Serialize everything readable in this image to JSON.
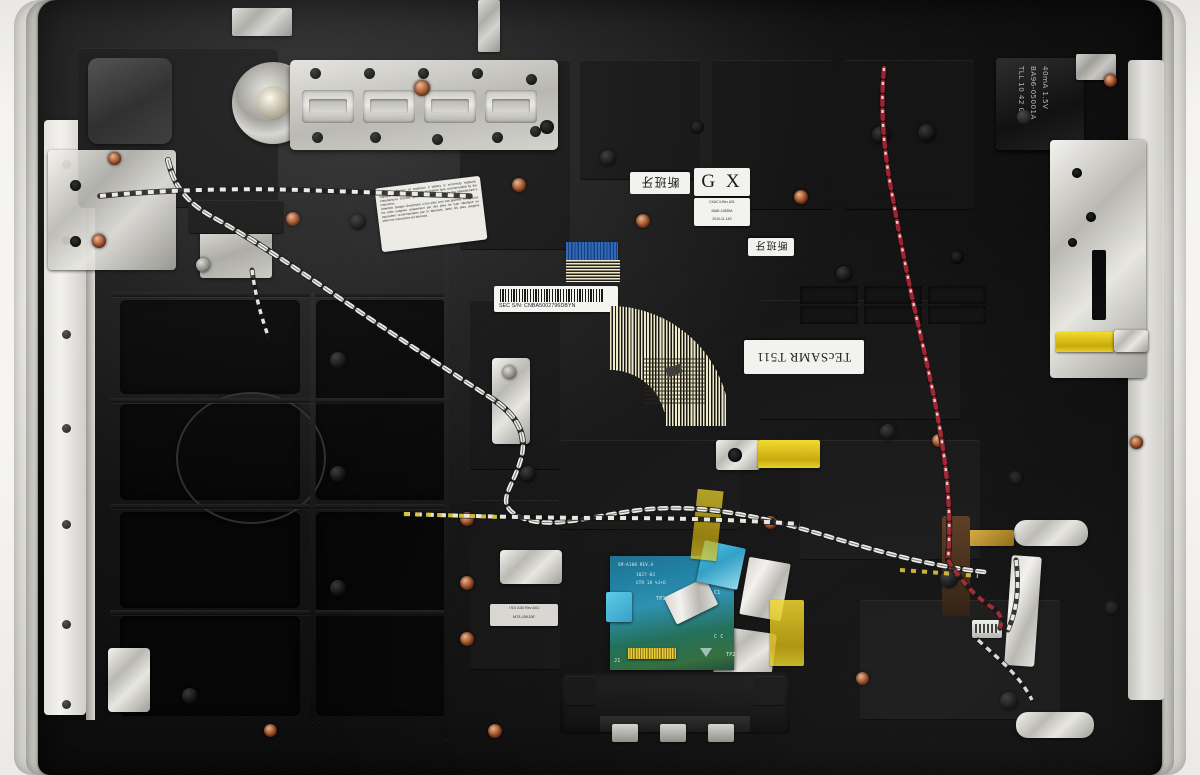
{
  "scene": {
    "title": "Laptop palmrest / top-case assembly (underside)",
    "description": "Disassembled black plastic laptop upper case photographed from the inside, showing metal brackets, antenna coax wires, a flat-flex ribbon cable, a small PCB, and several service labels.",
    "background_color": "#f4f3f0",
    "chassis_color": "#101010",
    "accent_metal": "#d5d4cf",
    "accent_copper": "#9b4a22",
    "accent_yellow": "#e8cb33",
    "accent_pcb": "#1b7fa2"
  },
  "labels": {
    "caution": {
      "name": "caution-battery-label",
      "en": "CAUTION: Danger of explosion if battery is incorrectly replaced. Replace only with the same or equivalent type recommended by the manufacturer. Discard used batteries according to the Manufacturer's instruction.",
      "fr": "Attention: Danger d'explosion si les piles sont mal placees. Remplacez les piles usagees uniquement par des piles de type identique ou equivalent recommandees par le fabricant. Jetez les piles usagees selon les instructions du fabricant."
    },
    "cjk_sticker": {
      "name": "cjk-inspection-sticker",
      "text": "断班牙"
    },
    "gx_sticker": {
      "name": "gx-grade-sticker",
      "text": "G X"
    },
    "part_sticker": {
      "name": "part-revision-sticker",
      "line1": "CKAC li;Rev A01",
      "line2": "BA81-10639A",
      "line3": "2010-11-14S"
    },
    "barcode_sticker": {
      "name": "serial-barcode-sticker",
      "text": "SEC S/N: CNBA5002796DBYN"
    },
    "handwritten": {
      "name": "handwritten-model-label",
      "text": "TEcSAMR T511"
    },
    "small_sticker": {
      "name": "small-rev-sticker",
      "line1": "I SG A30 Rev A01",
      "line2": "M75-43KJ0E"
    },
    "module_text": {
      "name": "speaker-module-marking",
      "line1": "TLL 10 42 0",
      "line2": "BA96-05001A",
      "line3": "40mA 1.5V"
    },
    "pcb_silk": {
      "name": "pcb-silkscreen",
      "line1": "SM-A100 REV.A",
      "line2": "1027-03",
      "line3": "GTR 10 %J+D",
      "tp": "TP1",
      "u3": "U3",
      "c1": "C1",
      "cc": "C C",
      "j1": "J1",
      "tp2": "TP2"
    }
  },
  "components": [
    {
      "name": "left-speaker-module",
      "type": "speaker"
    },
    {
      "name": "left-hinge-mount",
      "type": "hinge"
    },
    {
      "name": "keyboard-retainer-bracket",
      "type": "bracket",
      "slots": 4
    },
    {
      "name": "flat-flex-ribbon-cable",
      "type": "ffc"
    },
    {
      "name": "wifi-antenna-coax-white",
      "type": "coax",
      "color": "#e8e7e2"
    },
    {
      "name": "wifi-antenna-coax-red",
      "type": "coax",
      "color": "#8d1b28"
    },
    {
      "name": "touchpad-pcb",
      "type": "pcb"
    },
    {
      "name": "touchpad-button-bracket",
      "type": "bracket"
    },
    {
      "name": "right-metal-shield",
      "type": "bracket"
    },
    {
      "name": "kapton-tape-strip",
      "type": "tape",
      "color": "#e8cb33"
    },
    {
      "name": "jst-wire-connector",
      "type": "connector"
    },
    {
      "name": "foil-emi-tape",
      "type": "tape"
    }
  ]
}
